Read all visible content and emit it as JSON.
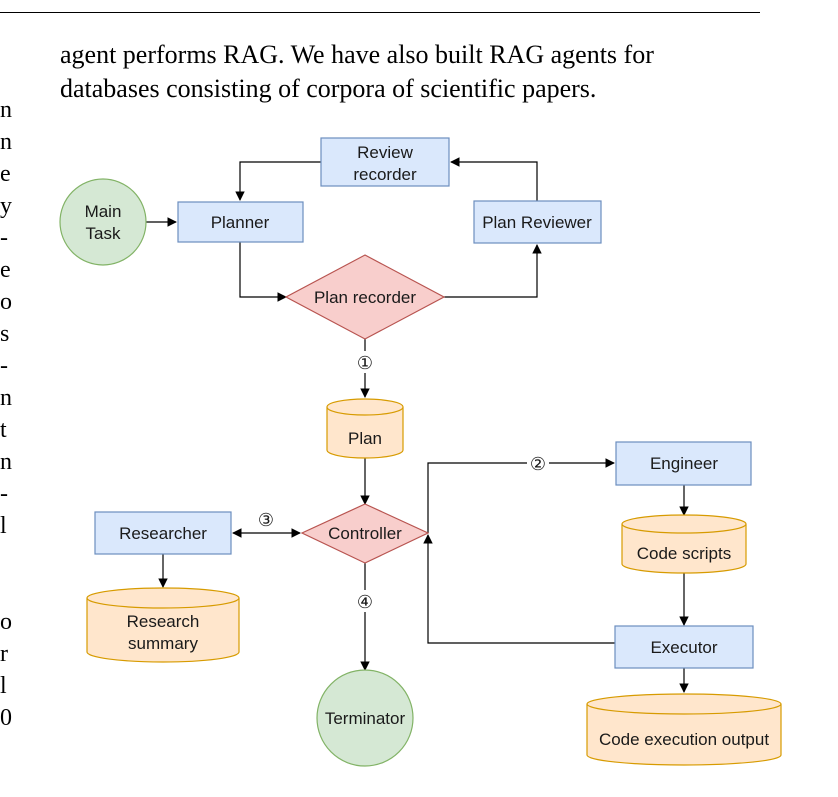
{
  "paragraph": {
    "line1": "agent performs RAG. We have also built RAG agents for",
    "line2": "databases consisting of corpora of scientific papers."
  },
  "margin_glyphs": [
    "n",
    "n",
    "e",
    "y",
    "-",
    "e",
    "o",
    "s",
    "-",
    "n",
    "t",
    "n",
    "-",
    "l",
    "",
    "",
    "o",
    "r",
    "l",
    "0"
  ],
  "diagram": {
    "main_task": [
      "Main",
      "Task"
    ],
    "planner": "Planner",
    "review_recorder": [
      "Review",
      "recorder"
    ],
    "plan_reviewer": "Plan Reviewer",
    "plan_recorder": "Plan recorder",
    "plan": "Plan",
    "controller": "Controller",
    "researcher": "Researcher",
    "research_summary": [
      "Research",
      "summary"
    ],
    "engineer": "Engineer",
    "code_scripts": "Code scripts",
    "executor": "Executor",
    "code_execution_output": "Code execution output",
    "terminator": "Terminator",
    "step1": "①",
    "step2": "②",
    "step3": "③",
    "step4": "④",
    "colors": {
      "box_fill": "#dae8fc",
      "box_stroke": "#6c8ebf",
      "diamond_fill": "#f8cecc",
      "diamond_stroke": "#b85450",
      "cylinder_fill": "#ffe6cc",
      "cylinder_stroke": "#d79b00",
      "circle_fill": "#d5e8d4",
      "circle_stroke": "#82b366"
    }
  }
}
